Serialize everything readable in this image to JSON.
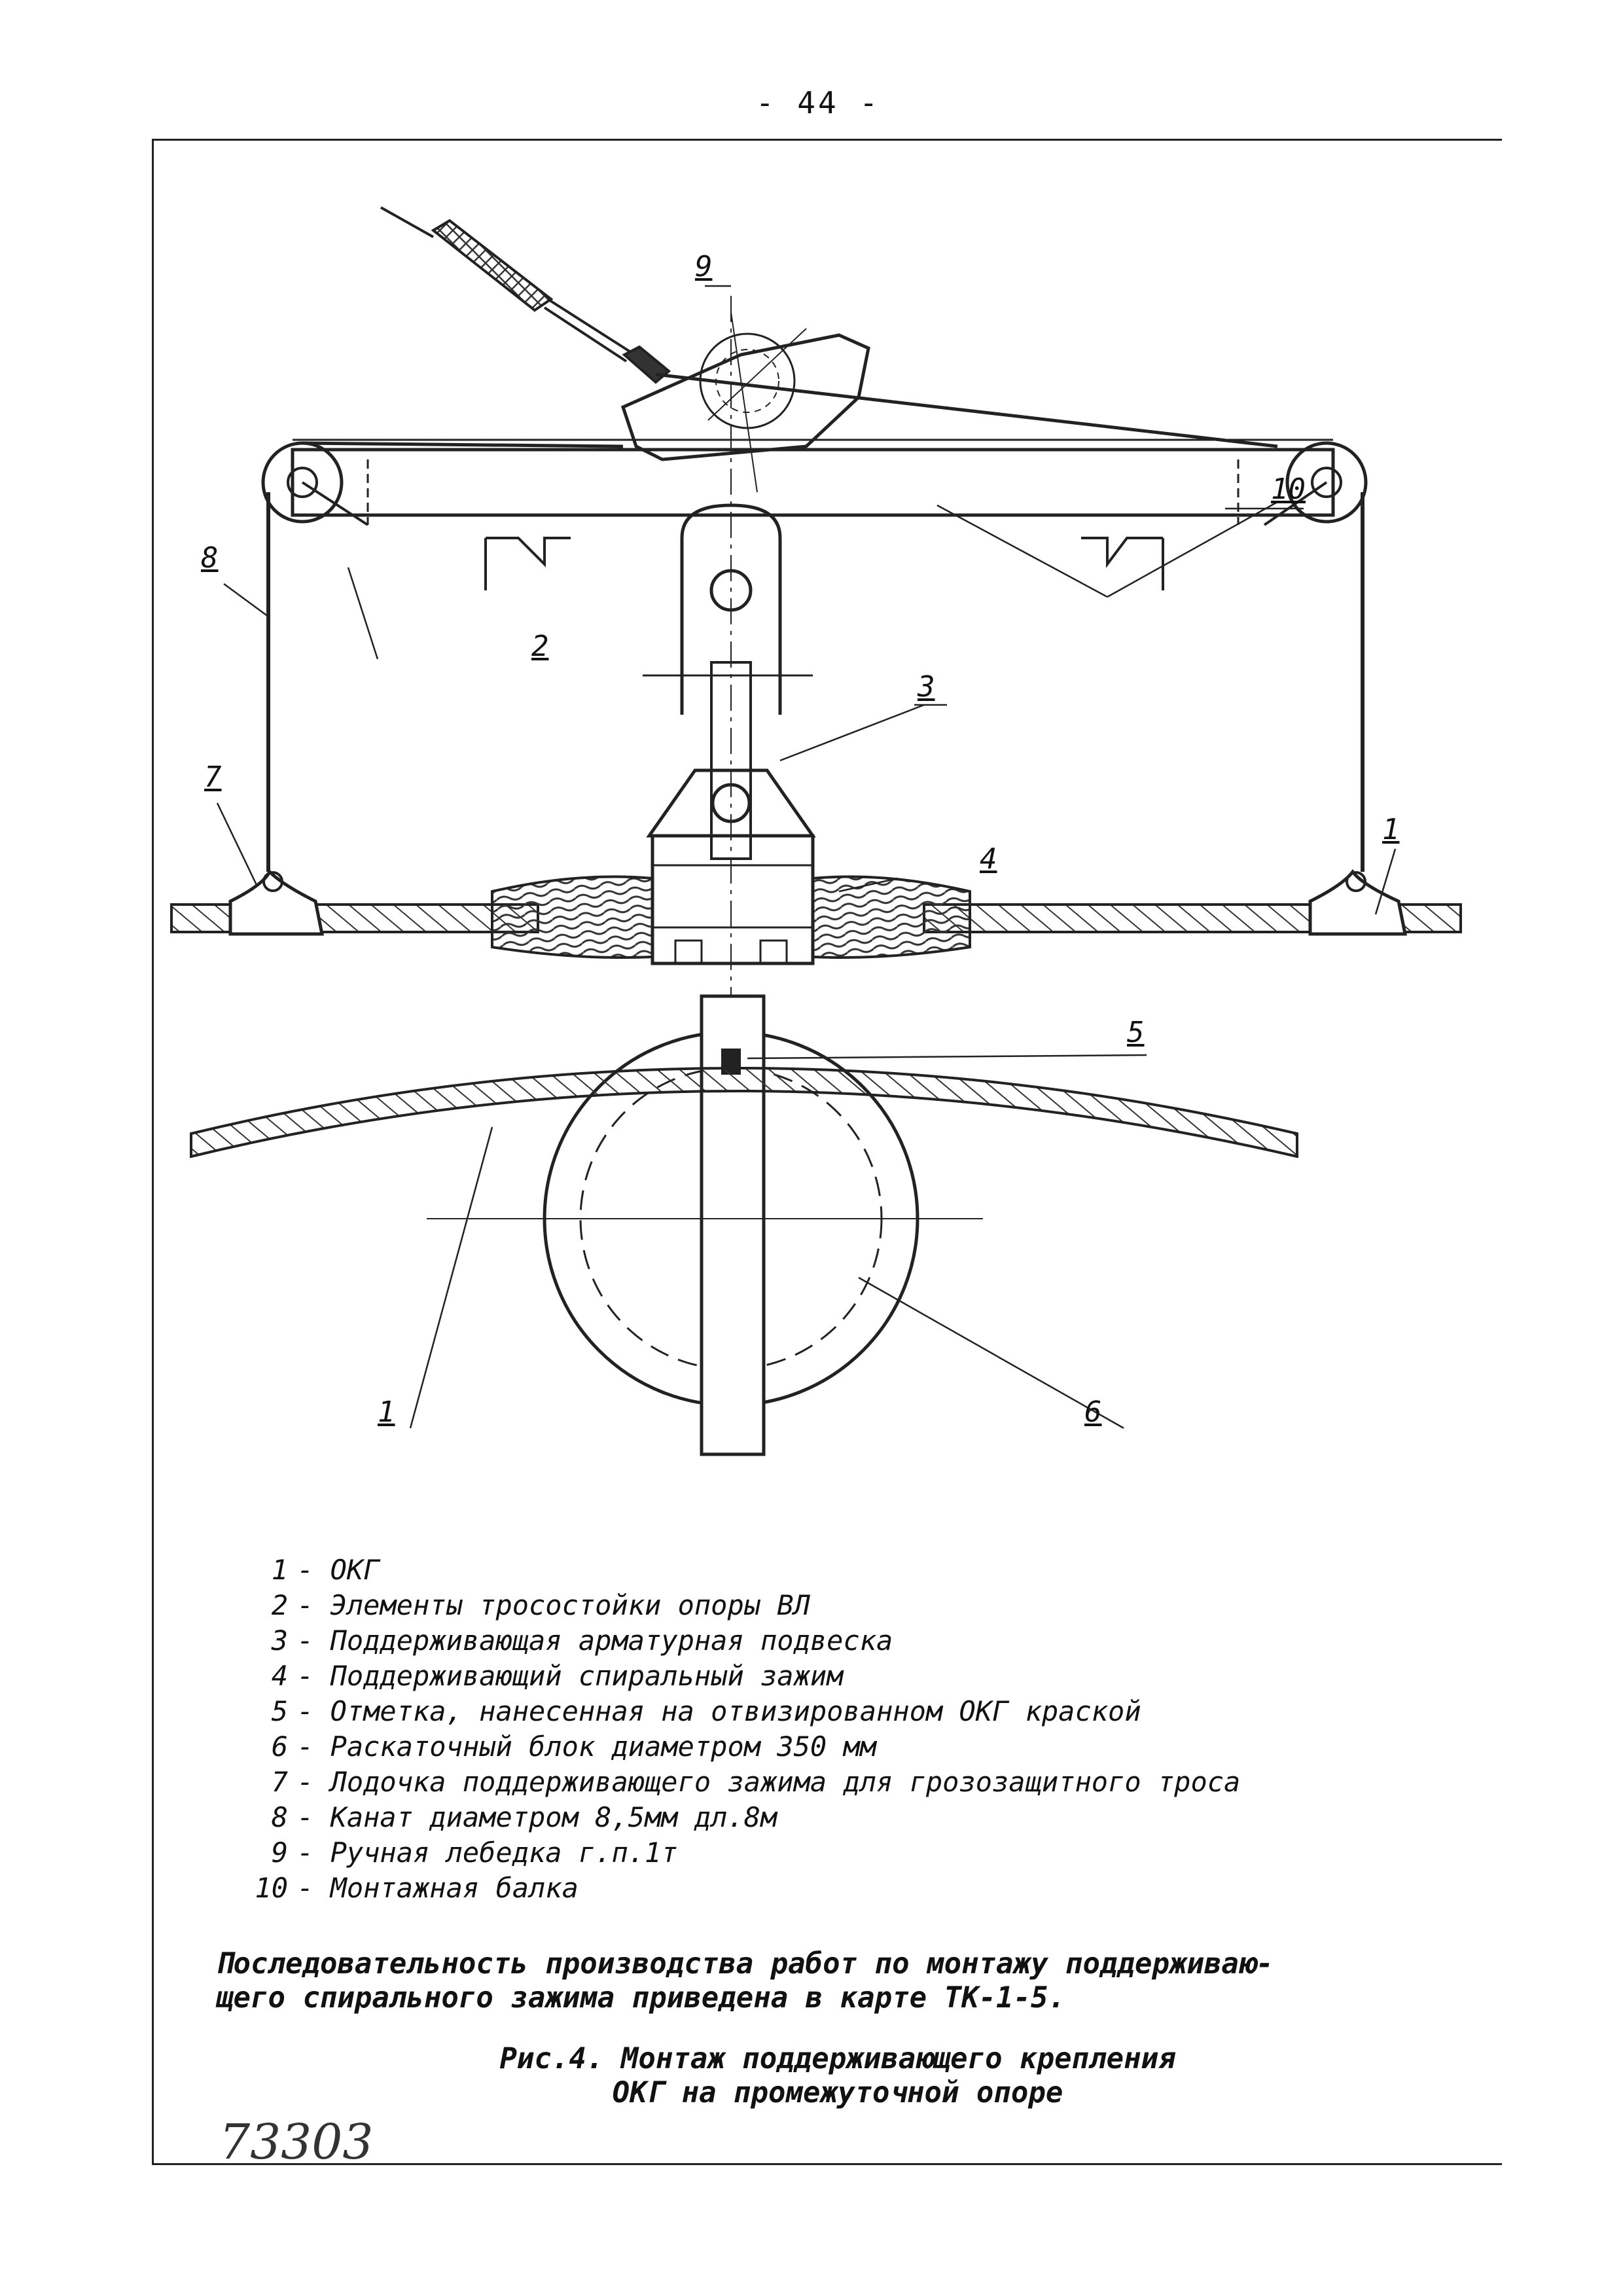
{
  "page": {
    "number": "- 44 -"
  },
  "drawing": {
    "callouts": [
      {
        "id": "c9",
        "label": "9"
      },
      {
        "id": "c10",
        "label": "10"
      },
      {
        "id": "c8",
        "label": "8"
      },
      {
        "id": "c2",
        "label": "2"
      },
      {
        "id": "c3",
        "label": "3"
      },
      {
        "id": "c7",
        "label": "7"
      },
      {
        "id": "c4",
        "label": "4"
      },
      {
        "id": "c1a",
        "label": "1"
      },
      {
        "id": "c5",
        "label": "5"
      },
      {
        "id": "c1b",
        "label": "1"
      },
      {
        "id": "c6",
        "label": "6"
      }
    ]
  },
  "legend": [
    {
      "num": "1",
      "text": "ОКГ"
    },
    {
      "num": "2",
      "text": "Элементы тросостойки опоры ВЛ"
    },
    {
      "num": "3",
      "text": "Поддерживающая арматурная подвеска"
    },
    {
      "num": "4",
      "text": "Поддерживающий спиральный зажим"
    },
    {
      "num": "5",
      "text": "Отметка, нанесенная на отвизированном ОКГ краской"
    },
    {
      "num": "6",
      "text": "Раскаточный блок диаметром 350 мм"
    },
    {
      "num": "7",
      "text": "Лодочка поддерживающего зажима для грозозащитного троса"
    },
    {
      "num": "8",
      "text": "Канат диаметром 8,5мм дл.8м"
    },
    {
      "num": "9",
      "text": "Ручная лебедка г.п.1т"
    },
    {
      "num": "10",
      "text": "Монтажная балка"
    }
  ],
  "note": {
    "line1": "Последовательность производства работ по монтажу поддерживаю-",
    "line2": "щего спирального зажима приведена в  карте ТК-1-5."
  },
  "caption": {
    "line1": "Рис.4. Монтаж поддерживающего крепления",
    "line2": "ОКГ на промежуточной опоре"
  },
  "handwritten": "73303"
}
